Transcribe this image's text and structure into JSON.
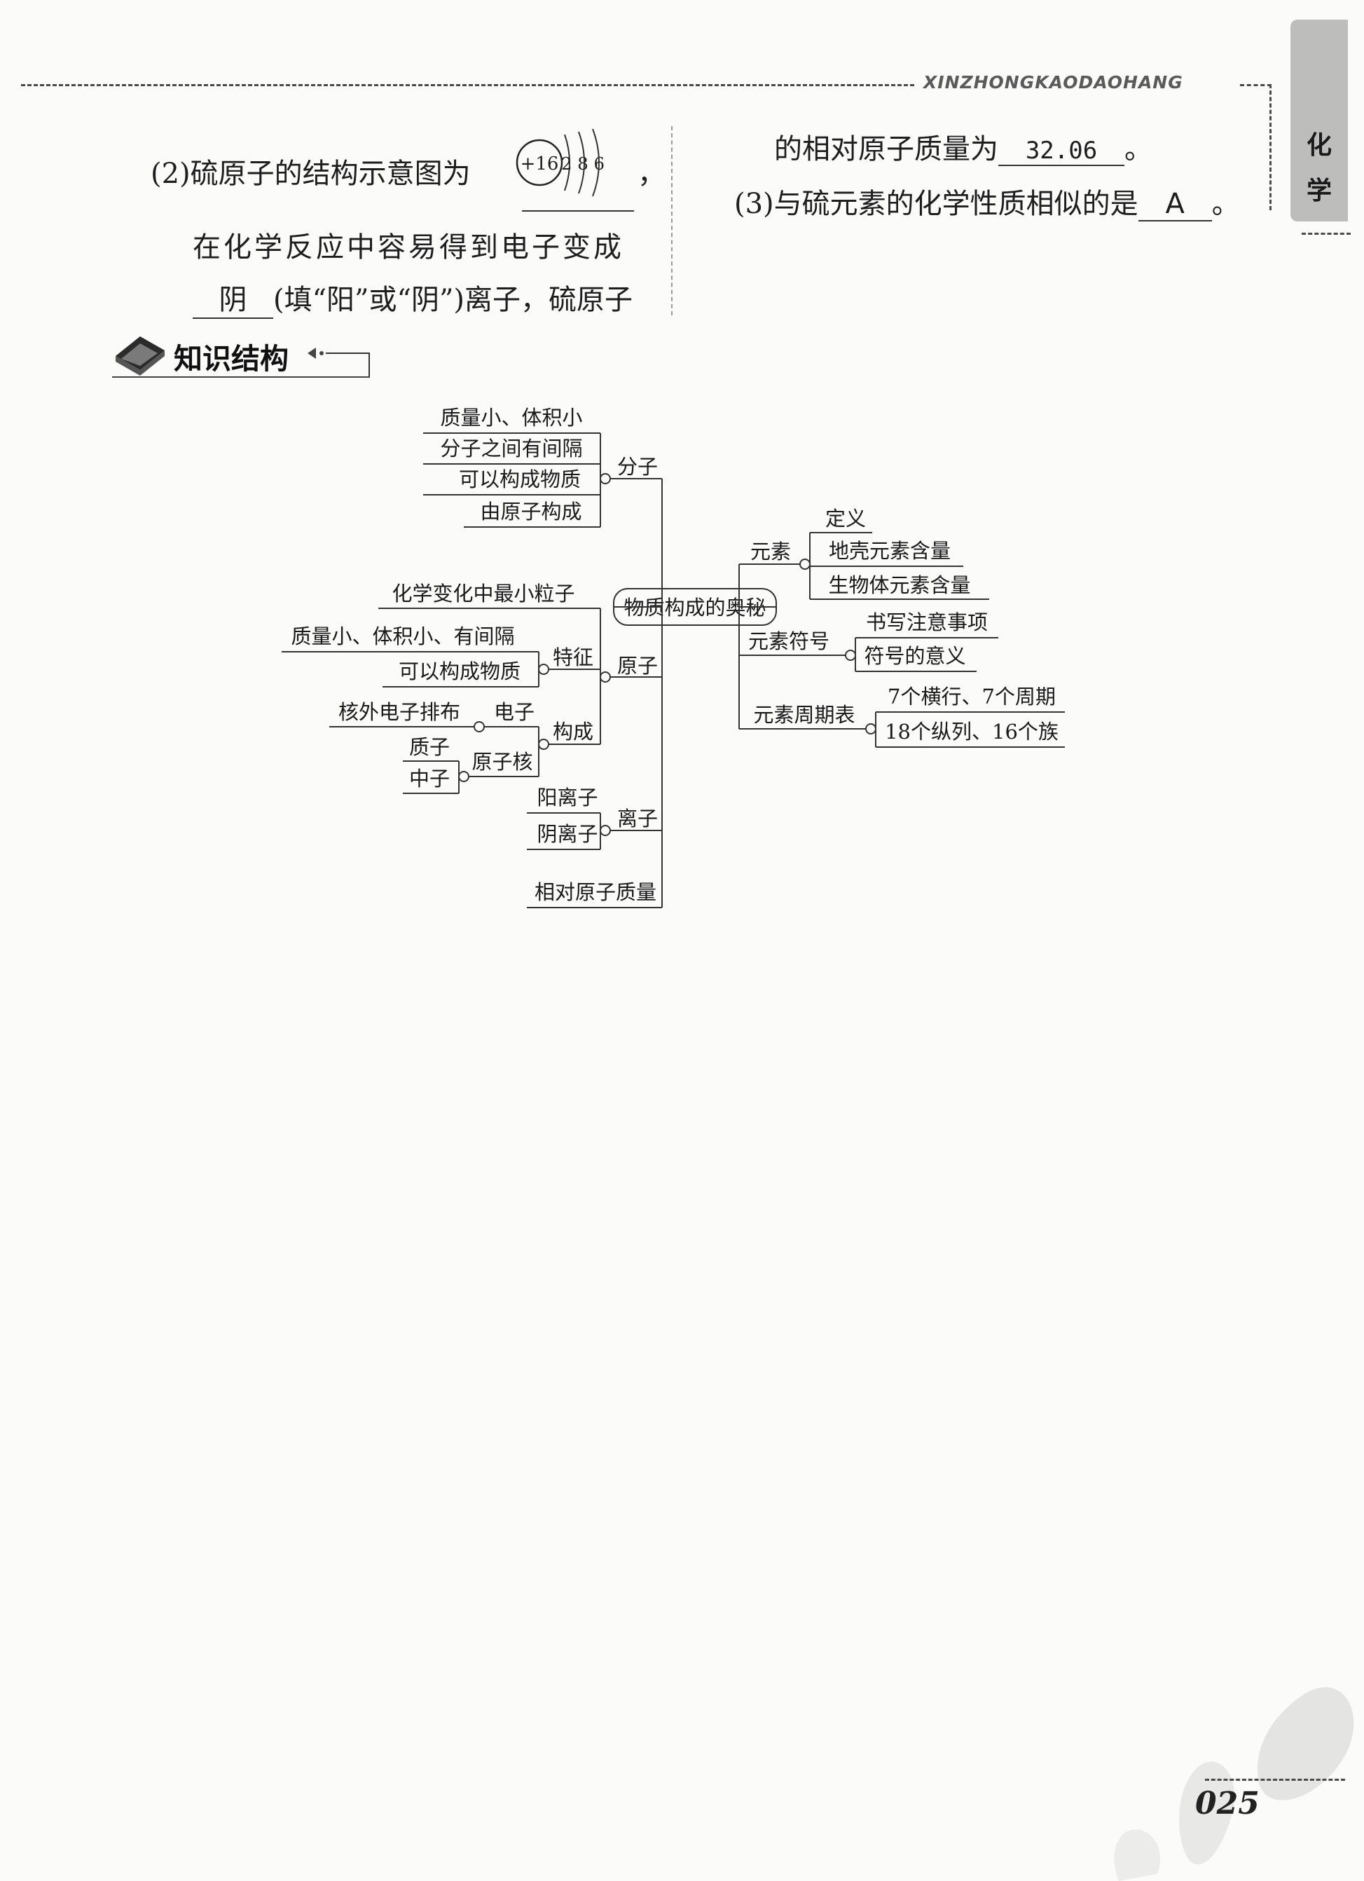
{
  "header": {
    "running_title": "XINZHONGKAODAOHANG"
  },
  "subject_tab": {
    "char_1": "化",
    "char_2": "学"
  },
  "question2": {
    "line1": "(2)硫原子的结构示意图为",
    "line1_end": "，",
    "atom_nucleus": "+16",
    "atom_shells": "2 8 6",
    "line2": "在化学反应中容易得到电子变成",
    "blank_answer": "阴",
    "line3": "(填“阳”或“阴”)离子，硫原子"
  },
  "question2_cont": {
    "text": "的相对原子质量为",
    "answer": "32.06",
    "end": "。"
  },
  "question3": {
    "text": "(3)与硫元素的化学性质相似的是",
    "answer": "A",
    "end": "。"
  },
  "section": {
    "title": "知识结构"
  },
  "mindmap": {
    "center": "物质构成的奥秘",
    "molecule": {
      "label": "分子",
      "items": [
        "质量小、体积小",
        "分子之间有间隔",
        "可以构成物质",
        "由原子构成"
      ]
    },
    "atom": {
      "label": "原子",
      "smallest": "化学变化中最小粒子",
      "feature_label": "特征",
      "features": [
        "质量小、体积小、有间隔",
        "可以构成物质"
      ],
      "composition_label": "构成",
      "electron": "电子",
      "electron_detail": "核外电子排布",
      "nucleus": "原子核",
      "nucleus_parts": [
        "质子",
        "中子"
      ]
    },
    "ion": {
      "label": "离子",
      "items": [
        "阳离子",
        "阴离子"
      ]
    },
    "relative_mass": "相对原子质量",
    "element": {
      "label": "元素",
      "items": [
        "定义",
        "地壳元素含量",
        "生物体元素含量"
      ]
    },
    "element_symbol": {
      "label": "元素符号",
      "items": [
        "书写注意事项",
        "符号的意义"
      ]
    },
    "periodic_table": {
      "label": "元素周期表",
      "items": [
        "7个横行、7个周期",
        "18个纵列、16个族"
      ]
    }
  },
  "footer": {
    "page_number": "025"
  }
}
